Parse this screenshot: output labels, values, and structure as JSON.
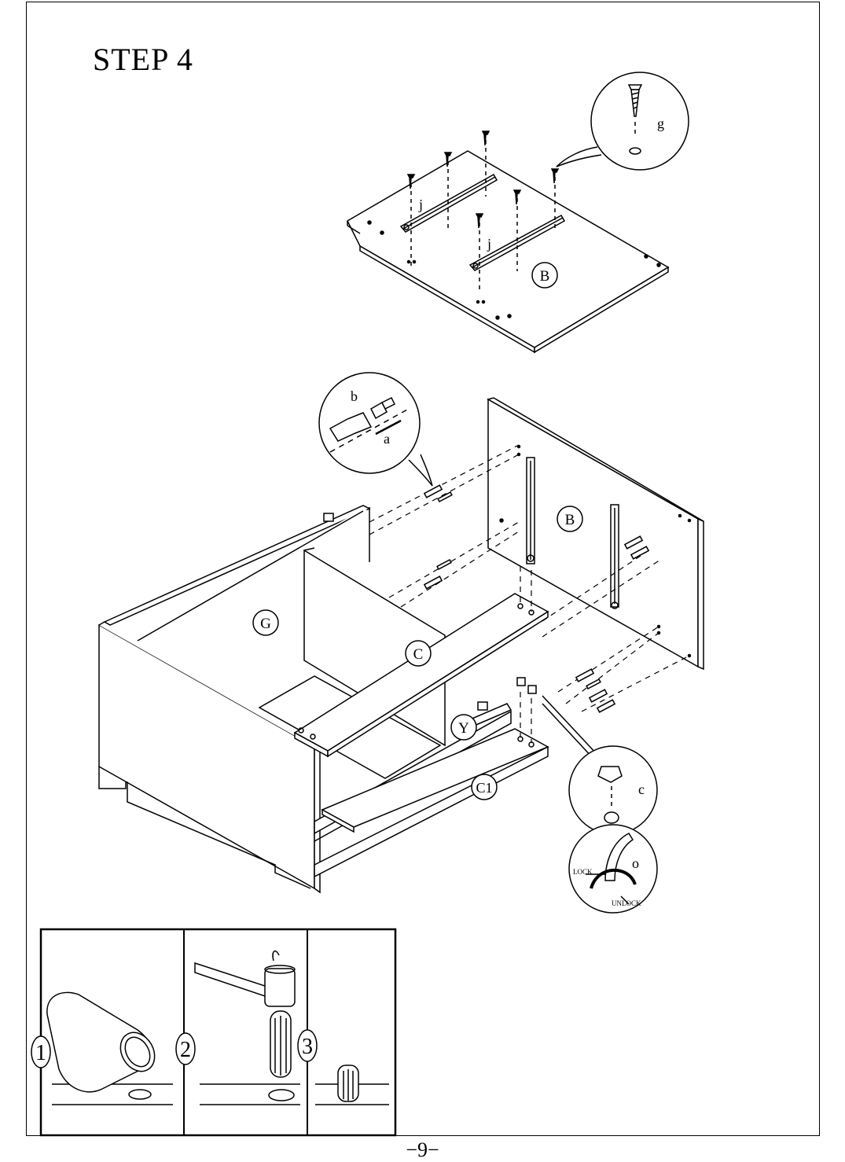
{
  "title": "STEP  4",
  "page_number": "−9−",
  "part_labels": {
    "top_panel": "B",
    "back_panel": "B",
    "side_panel": "G",
    "rail_top": "C",
    "rail_front": "Y",
    "rail_bottom": "C1"
  },
  "hardware_labels": {
    "screw": "g",
    "slide": "j",
    "cam_bolt": "b",
    "dowel": "a",
    "cam_lock": "c",
    "tool": "o"
  },
  "lock_text": "LOCK",
  "unlock_text": "UNLOCK",
  "inset_steps": [
    "1",
    "2",
    "3"
  ]
}
